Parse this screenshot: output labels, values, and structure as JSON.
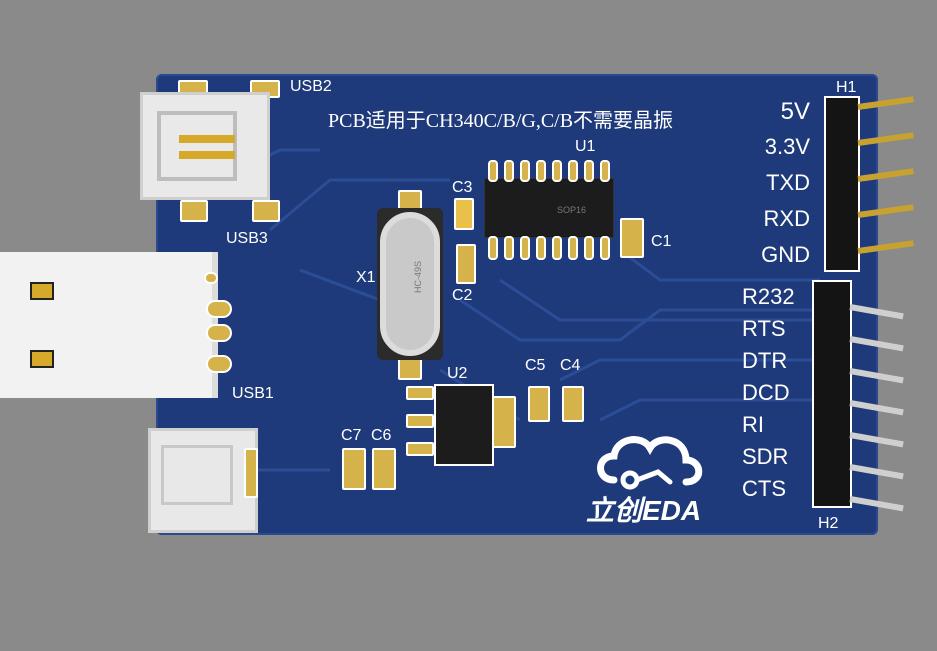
{
  "board": {
    "note": "PCB适用于CH340C/B/G,C/B不需要晶振",
    "brand": "立创EDA"
  },
  "designators": {
    "usb1": "USB1",
    "usb2": "USB2",
    "usb3": "USB3",
    "u1": "U1",
    "u2": "U2",
    "x1": "X1",
    "c1": "C1",
    "c2": "C2",
    "c3": "C3",
    "c4": "C4",
    "c5": "C5",
    "c6": "C6",
    "c7": "C7",
    "h1": "H1",
    "h2": "H2"
  },
  "packages": {
    "u1": "SOP16",
    "x1": "HC-49S"
  },
  "h1_pins": [
    "5V",
    "3.3V",
    "TXD",
    "RXD",
    "GND"
  ],
  "h2_pins": [
    "R232",
    "RTS",
    "DTR",
    "DCD",
    "RI",
    "SDR",
    "CTS"
  ],
  "colors": {
    "board": "#1f3a7a",
    "silkscreen": "#ffffff",
    "pad": "#d6b24a",
    "background": "#8a8a8a"
  }
}
